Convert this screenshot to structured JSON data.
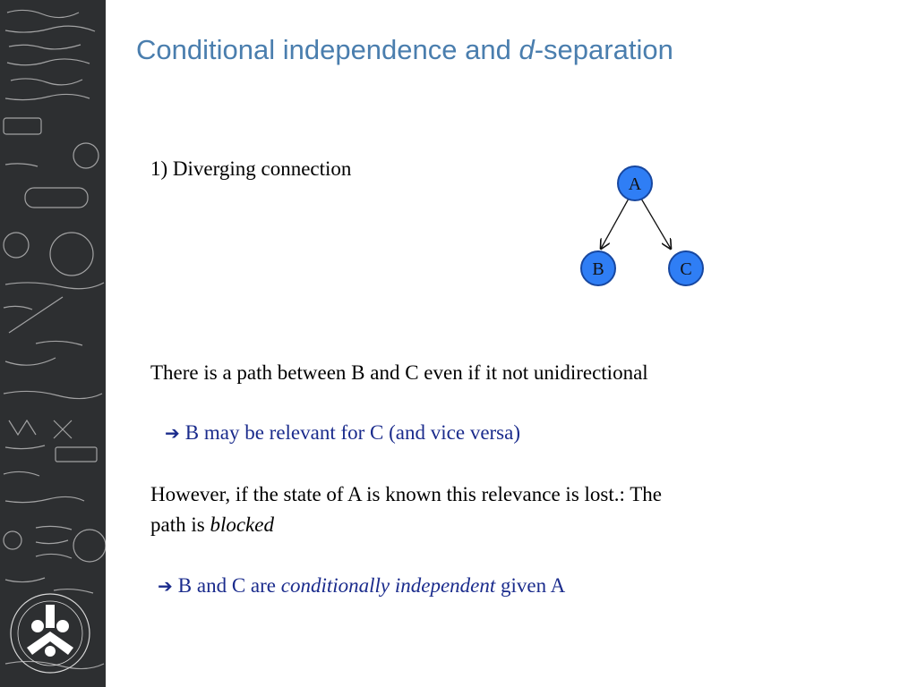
{
  "slide": {
    "title_pre": "Conditional independence and ",
    "title_italic": "d",
    "title_post": "-separation"
  },
  "section": {
    "heading": "1) Diverging connection"
  },
  "diagram": {
    "nodes": [
      {
        "id": "A",
        "label": "A"
      },
      {
        "id": "B",
        "label": "B"
      },
      {
        "id": "C",
        "label": "C"
      }
    ],
    "edges": [
      {
        "from": "A",
        "to": "B"
      },
      {
        "from": "A",
        "to": "C"
      }
    ],
    "node_color": "#2f7ef5",
    "node_border": "#1747a0"
  },
  "body": {
    "line1": "There is a path between B and C even if it not unidirectional",
    "bullet1": "B may be relevant for C (and vice versa)",
    "line2": "However, if the state of A is known this relevance is lost.: The",
    "line3_pre": "path is ",
    "line3_italic": "blocked",
    "bullet2_pre": "B and C are ",
    "bullet2_italic": "conditionally independent",
    "bullet2_post": " given A",
    "arrow_glyph": "➔"
  }
}
